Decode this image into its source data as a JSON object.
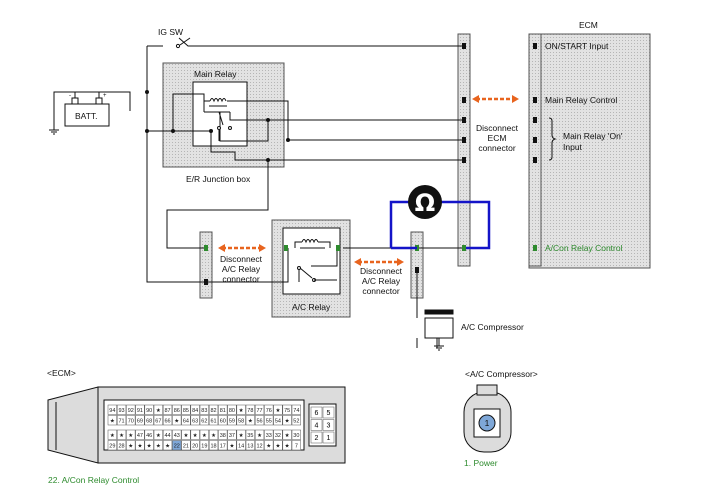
{
  "labels": {
    "ig_sw": "IG SW",
    "batt": "BATT.",
    "main_relay": "Main Relay",
    "er_junction_box": "E/R Junction box",
    "ecm": "ECM",
    "on_start_input": "ON/START Input",
    "main_relay_control": "Main Relay Control",
    "main_relay_on_input": [
      "Main Relay 'On'",
      "Input"
    ],
    "disconnect_ecm": [
      "Disconnect",
      "ECM",
      "connector"
    ],
    "ac_relay_control": "A/Con Relay Control",
    "disconnect_ac_relay_left": [
      "Disconnect",
      "A/C Relay",
      "connector"
    ],
    "ac_relay": "A/C Relay",
    "disconnect_ac_relay_right": [
      "Disconnect",
      "A/C Relay",
      "connector"
    ],
    "ac_compressor": "A/C Compressor",
    "ohm_symbol": "Ω",
    "ecm_connector_title": "<ECM>",
    "ecm_pin_caption": "22. A/Con Relay Control",
    "ac_compressor_connector_title": "<A/C Compressor>",
    "ac_compressor_pin_caption": "1. Power",
    "ac_compressor_pin_number": "1"
  },
  "ecm_connector": {
    "rows": [
      [
        "94",
        "93",
        "92",
        "91",
        "90",
        "★",
        "87",
        "86",
        "85",
        "84",
        "83",
        "82",
        "81",
        "80",
        "★",
        "78",
        "77",
        "76",
        "★",
        "75",
        "74"
      ],
      [
        "★",
        "71",
        "70",
        "69",
        "68",
        "67",
        "66",
        "★",
        "64",
        "63",
        "62",
        "61",
        "60",
        "59",
        "58",
        "★",
        "56",
        "55",
        "54",
        "★",
        "52"
      ],
      [
        "★",
        "★",
        "★",
        "47",
        "46",
        "★",
        "44",
        "43",
        "★",
        "★",
        "★",
        "★",
        "38",
        "37",
        "★",
        "35",
        "★",
        "33",
        "32",
        "★",
        "30"
      ],
      [
        "29",
        "28",
        "★",
        "★",
        "★",
        "★",
        "★",
        "22",
        "21",
        "20",
        "19",
        "18",
        "17",
        "★",
        "14",
        "13",
        "12",
        "★",
        "★",
        "★",
        "7"
      ]
    ],
    "side_pins": [
      [
        "6",
        "5"
      ],
      [
        "4",
        "3"
      ],
      [
        "2",
        "1"
      ]
    ]
  },
  "colors": {
    "wire": "#111111",
    "meter_loop": "#1414c8",
    "disconnect_arrow": "#e8641e",
    "pin_highlight": "#2e8b2e",
    "box_fill": "#d9d9d9"
  }
}
